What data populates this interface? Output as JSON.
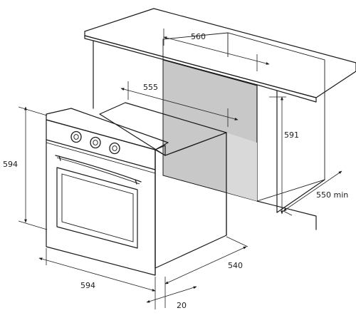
{
  "dimensions": {
    "niche_width": "560",
    "oven_body_width": "555",
    "niche_height": "591",
    "niche_depth": "550 min",
    "front_height": "594",
    "front_width": "594",
    "body_depth": "540",
    "front_offset": "20"
  },
  "colors": {
    "line": "#1a1a1a",
    "cavity_fill": "#cfcfcf",
    "dark_wall": "#bdbdbd",
    "panel_fill": "#ffffff"
  }
}
